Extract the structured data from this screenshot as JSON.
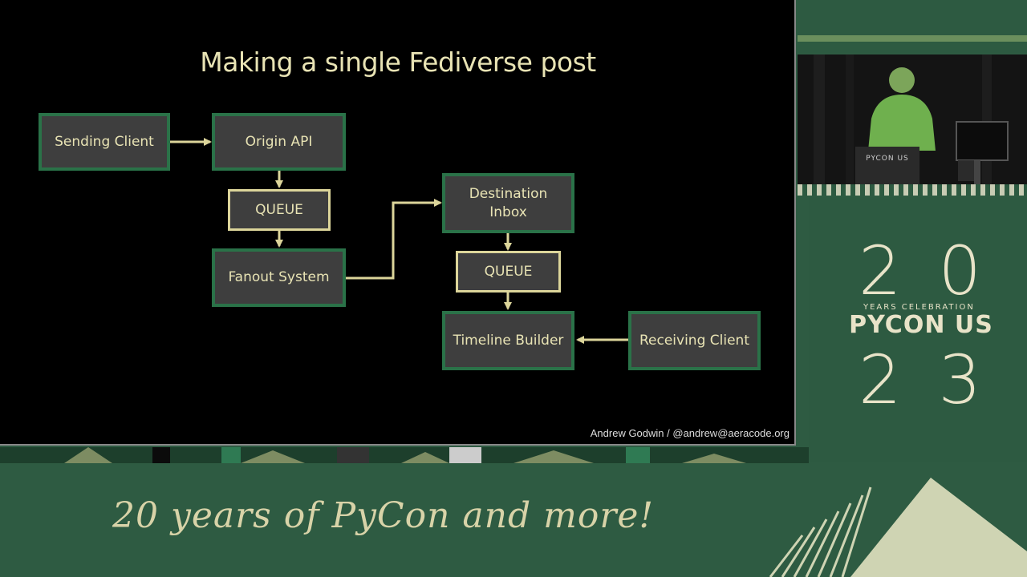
{
  "slide": {
    "title": "Making a single Fediverse post",
    "footer": "Andrew Godwin / @andrew@aeracode.org",
    "nodes": {
      "sending_client": "Sending Client",
      "origin_api": "Origin API",
      "queue_1": "QUEUE",
      "fanout_system": "Fanout System",
      "destination_inbox": "Destination Inbox",
      "queue_2": "QUEUE",
      "timeline_builder": "Timeline Builder",
      "receiving_client": "Receiving Client"
    }
  },
  "branding": {
    "year_top": "20",
    "subtitle": "YEARS CELEBRATION",
    "event_name": "PYCON US",
    "year_bottom": "23",
    "podium_label": "PYCON US",
    "tagline": "20 years of PyCon and more!"
  },
  "colors": {
    "box_border": "#2a7248",
    "queue_border": "#dcd59a",
    "arrow": "#dcd59a",
    "text": "#e8e3b4"
  }
}
